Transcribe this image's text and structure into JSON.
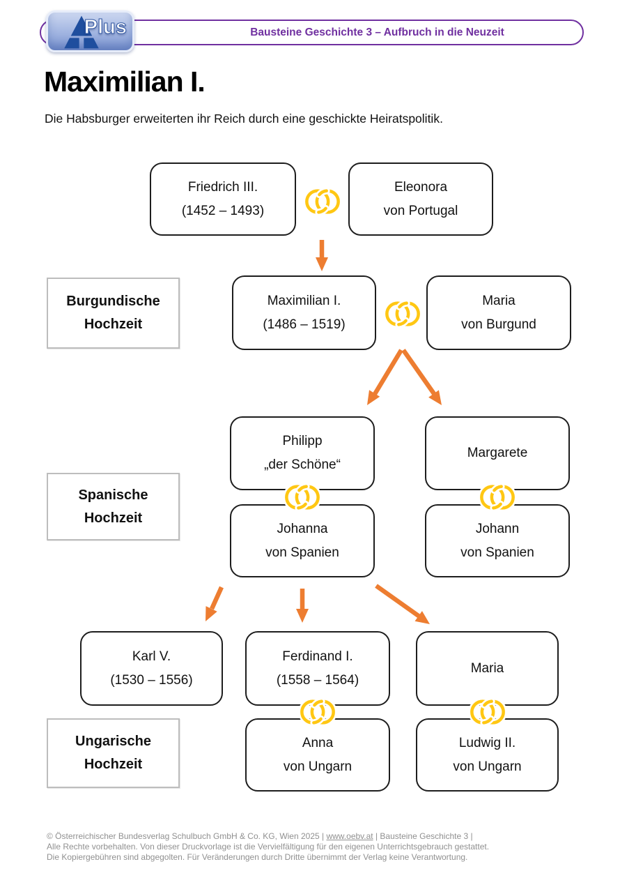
{
  "header": {
    "logo_text": "Plus",
    "banner_title": "Bausteine Geschichte 3 – Aufbruch in die Neuzeit"
  },
  "page": {
    "title": "Maximilian I.",
    "subtitle": "Die Habsburger erweiterten ihr Reich durch eine geschickte Heiratspolitik."
  },
  "tree": {
    "friedrich": {
      "line1": "Friedrich III.",
      "line2": "(1452 – 1493)"
    },
    "eleonora": {
      "line1": "Eleonora",
      "line2": "von Portugal"
    },
    "maximilian": {
      "line1": "Maximilian I.",
      "line2": "(1486 – 1519)"
    },
    "maria_burgund": {
      "line1": "Maria",
      "line2": "von Burgund"
    },
    "philipp": {
      "line1": "Philipp",
      "line2": "„der Schöne“"
    },
    "margarete": {
      "line1": "Margarete"
    },
    "johanna": {
      "line1": "Johanna",
      "line2": "von Spanien"
    },
    "johann": {
      "line1": "Johann",
      "line2": "von Spanien"
    },
    "karl": {
      "line1": "Karl V.",
      "line2": "(1530 – 1556)"
    },
    "ferdinand": {
      "line1": "Ferdinand I.",
      "line2": "(1558 – 1564)"
    },
    "maria": {
      "line1": "Maria"
    },
    "anna": {
      "line1": "Anna",
      "line2": "von Ungarn"
    },
    "ludwig": {
      "line1": "Ludwig II.",
      "line2": "von Ungarn"
    }
  },
  "labels": {
    "burgundy": {
      "line1": "Burgundische",
      "line2": "Hochzeit"
    },
    "spanish": {
      "line1": "Spanische",
      "line2": "Hochzeit"
    },
    "hungarian": {
      "line1": "Ungarische",
      "line2": "Hochzeit"
    }
  },
  "footer": {
    "line1_pre": "© Österreichischer Bundesverlag Schulbuch GmbH & Co. KG, Wien 2025 | ",
    "line1_link": "www.oebv.at",
    "line1_post": " | Bausteine Geschichte 3 |",
    "line2": "Alle Rechte vorbehalten. Von dieser Druckvorlage ist die Vervielfältigung für den eigenen Unterrichtsgebrauch gestattet.",
    "line3": "Die Kopiergebühren sind abgegolten. Für Veränderungen durch Dritte übernimmt der Verlag keine Verantwortung."
  },
  "icons": {
    "rings": "wedding-rings-icon",
    "arrow": "descent-arrow-icon",
    "logo_triangle": "oebv-triangle-icon"
  },
  "colors": {
    "accent_purple": "#7030A0",
    "ring_yellow": "#FFC713",
    "arrow_orange": "#ED7D31",
    "logo_blue": "#1F4E9E",
    "footer_gray": "#909090"
  }
}
